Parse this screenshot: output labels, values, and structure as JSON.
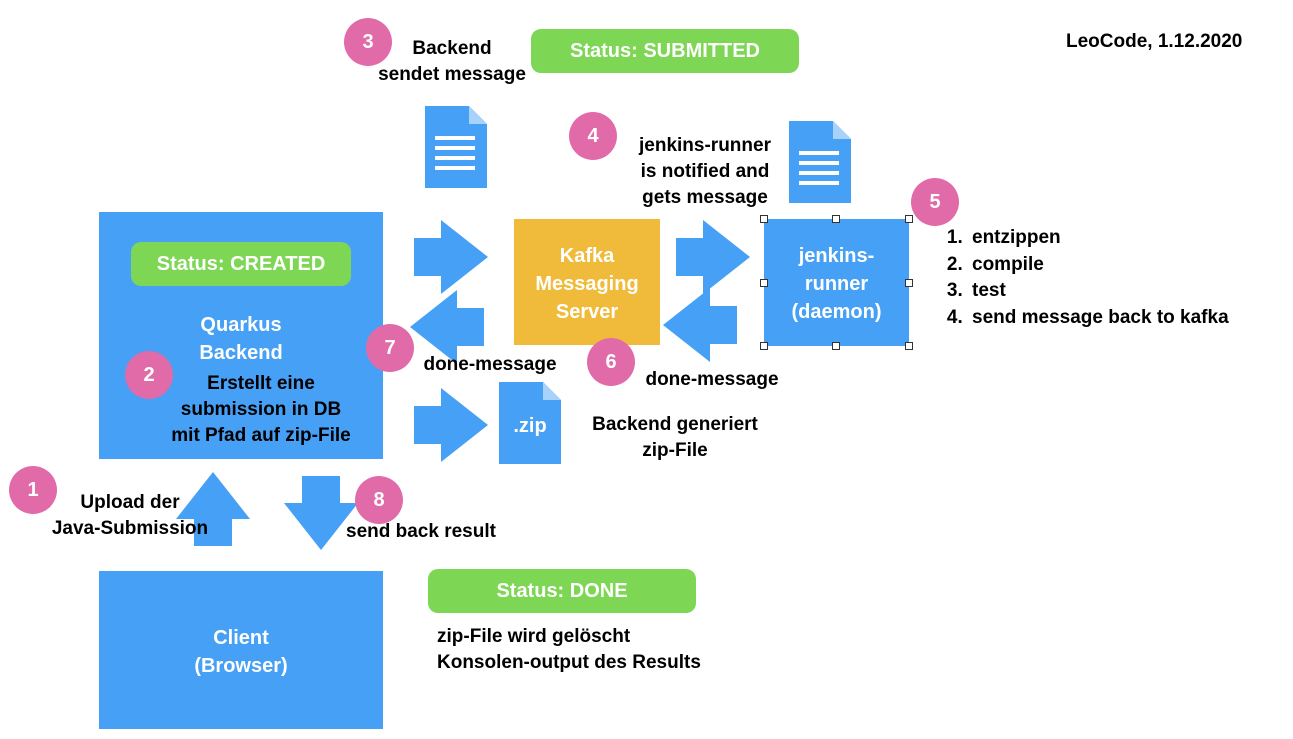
{
  "header": {
    "author_date": "LeoCode, 1.12.2020"
  },
  "colors": {
    "box_blue": "#46a0f5",
    "arrow_blue": "#46a0f5",
    "kafka_orange": "#f0bb3a",
    "status_green": "#7ed655",
    "badge_pink": "#e16ba8"
  },
  "statuses": {
    "created": "Status: CREATED",
    "submitted": "Status: SUBMITTED",
    "done": "Status: DONE"
  },
  "boxes": {
    "quarkus": "Quarkus\nBackend",
    "kafka": "Kafka\nMessaging\nServer",
    "jenkins": "jenkins-\nrunner\n(daemon)",
    "client": "Client\n(Browser)"
  },
  "zip_label": ".zip",
  "badges": [
    "1",
    "2",
    "3",
    "4",
    "5",
    "6",
    "7",
    "8"
  ],
  "labels": {
    "step1": "Upload der\nJava-Submission",
    "step2": "Erstellt eine\nsubmission in DB\nmit Pfad auf zip-File",
    "step3": "Backend\nsendet message",
    "step4": "jenkins-runner\nis notified and\ngets message",
    "step6": "done-message",
    "step7": "done-message",
    "step8": "send back result",
    "zip_generated": "Backend generiert\nzip-File",
    "done_notes": "zip-File wird gelöscht\nKonsolen-output des Results"
  },
  "jenkins_steps": [
    "entzippen",
    "compile",
    "test",
    "send message back to kafka"
  ],
  "icons": [
    "document-icon",
    "document-icon",
    "zip-file-icon",
    "arrow-right-icon",
    "arrow-left-icon",
    "arrow-up-icon",
    "arrow-down-icon"
  ]
}
